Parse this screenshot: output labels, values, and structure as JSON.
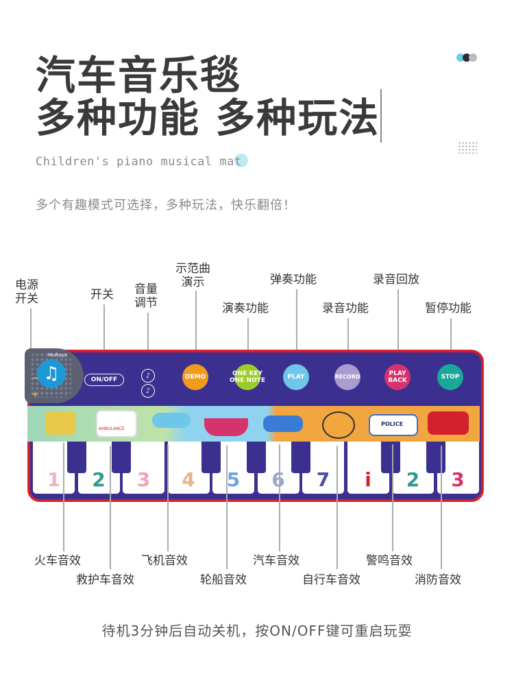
{
  "header": {
    "title_line1": "汽车音乐毯",
    "title_line2": "多种功能 多种玩法",
    "english": "Children's piano musical mat",
    "subtitle": "多个有趣模式可选择，多种玩法，快乐翻倍！"
  },
  "top_labels": {
    "power": "电源\n开关",
    "switch": "开关",
    "volume": "音量\n调节",
    "demo": "示范曲\n演示",
    "perform": "演奏功能",
    "play": "弹奏功能",
    "record": "录音功能",
    "playback": "录音回放",
    "stop": "暂停功能"
  },
  "mat": {
    "brand": "Muftoys",
    "onoff": "ON/OFF",
    "buttons": {
      "demo": "DEMO",
      "onekey": "ONE KEY\nONE NOTE",
      "play": "PLAY",
      "record": "RECORD",
      "playback": "PLAY\nBACK",
      "stop": "STOP"
    },
    "police_sign": "POLICE",
    "ambulance_sign": "AMBULANCE",
    "keys": [
      "1",
      "2",
      "3",
      "4",
      "5",
      "6",
      "7",
      "i",
      "2",
      "3"
    ]
  },
  "bottom_labels": {
    "train": "火车音效",
    "ambulance": "救护车音效",
    "plane": "飞机音效",
    "ship": "轮船音效",
    "car": "汽车音效",
    "bicycle": "自行车音效",
    "siren": "警鸣音效",
    "fire": "消防音效"
  },
  "footer": "待机3分钟后自动关机，按ON/OFF键可重启玩耍",
  "colors": {
    "mat": "#3b2f8f",
    "border": "#d4202c",
    "demo": "#f29a1e",
    "onekey": "#9ccc2c",
    "play": "#6ec6e8",
    "record": "#a99ccf",
    "playback": "#d6336c",
    "stop": "#1aa89a"
  }
}
